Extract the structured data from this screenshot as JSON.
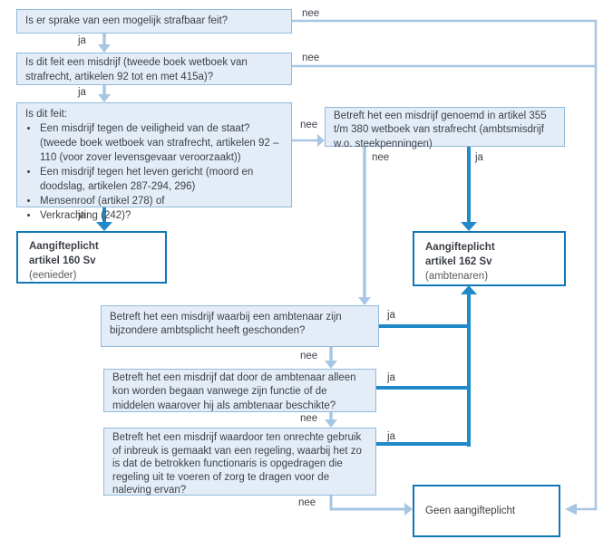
{
  "flowchart": {
    "boxes": {
      "q1": {
        "text": "Is er sprake van een mogelijk strafbaar feit?"
      },
      "q2": {
        "text": "Is dit feit een misdrijf (tweede boek wetboek van strafrecht, artikelen 92 tot en met 415a)?"
      },
      "q3": {
        "intro": "Is dit feit:",
        "bullets": [
          "Een misdrijf tegen de veiligheid van de staat? (tweede boek wetboek van strafrecht, artikelen 92 – 110 (voor zover levensgevaar veroorzaakt))",
          "Een misdrijf tegen het leven gericht (moord en doodslag, artikelen 287-294, 296)",
          "Mensenroof (artikel 278) of",
          "Verkrachting (242)?"
        ]
      },
      "q4": {
        "text": "Betreft het een misdrijf genoemd in artikel 355 t/m 380 wetboek van strafrecht (ambtsmisdrijf w.o. steekpenningen)"
      },
      "r160": {
        "line1": "Aangifteplicht",
        "line2": "artikel 160 Sv",
        "subtitle": "(eenieder)"
      },
      "r162": {
        "line1": "Aangifteplicht",
        "line2": "artikel 162 Sv",
        "subtitle": "(ambtenaren)"
      },
      "q5": {
        "text": "Betreft het een misdrijf waarbij een ambtenaar zijn bijzondere ambtsplicht heeft geschonden?"
      },
      "q6": {
        "text": "Betreft het een misdrijf dat door de ambtenaar alleen kon worden begaan vanwege zijn functie of de middelen waarover hij als ambtenaar beschikte?"
      },
      "q7": {
        "text": "Betreft het een misdrijf waardoor ten onrechte gebruik of inbreuk is gemaakt van een regeling, waarbij het zo is dat de betrokken functionaris is opgedragen die regeling uit te voeren of zorg te dragen voor de naleving ervan?"
      },
      "geen": {
        "text": "Geen aangifteplicht"
      }
    },
    "edge_labels": [
      {
        "text": "nee"
      },
      {
        "text": "ja"
      },
      {
        "text": "nee"
      },
      {
        "text": "ja"
      },
      {
        "text": "nee"
      },
      {
        "text": "ja"
      },
      {
        "text": "nee"
      },
      {
        "text": "ja"
      },
      {
        "text": "ja"
      },
      {
        "text": "nee"
      },
      {
        "text": "ja"
      },
      {
        "text": "nee"
      },
      {
        "text": "ja"
      },
      {
        "text": "nee"
      }
    ],
    "colors": {
      "light_line": "#a8c6e4",
      "dark_line": "#1f89c9",
      "question_fill": "#e4edf7",
      "question_border": "#8fbbdb",
      "result_border": "#1377b5",
      "text": "#3d4147"
    }
  }
}
